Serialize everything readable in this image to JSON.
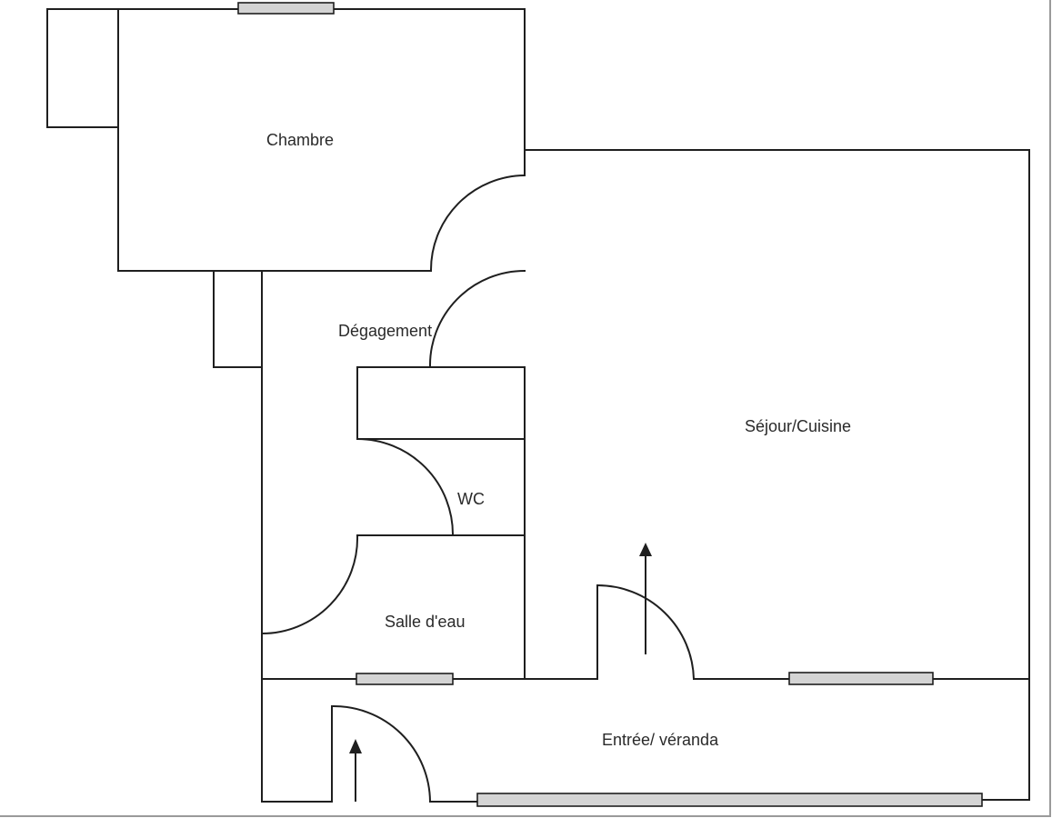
{
  "plan": {
    "rooms": {
      "chambre": "Chambre",
      "degagement": "Dégagement",
      "sejour_cuisine": "Séjour/Cuisine",
      "wc": "WC",
      "salle_eau": "Salle d'eau",
      "entree_veranda": "Entrée/ véranda"
    }
  },
  "colors": {
    "wall": "#1f1f1f",
    "window_fill": "#d4d4d4",
    "background": "#ffffff"
  }
}
